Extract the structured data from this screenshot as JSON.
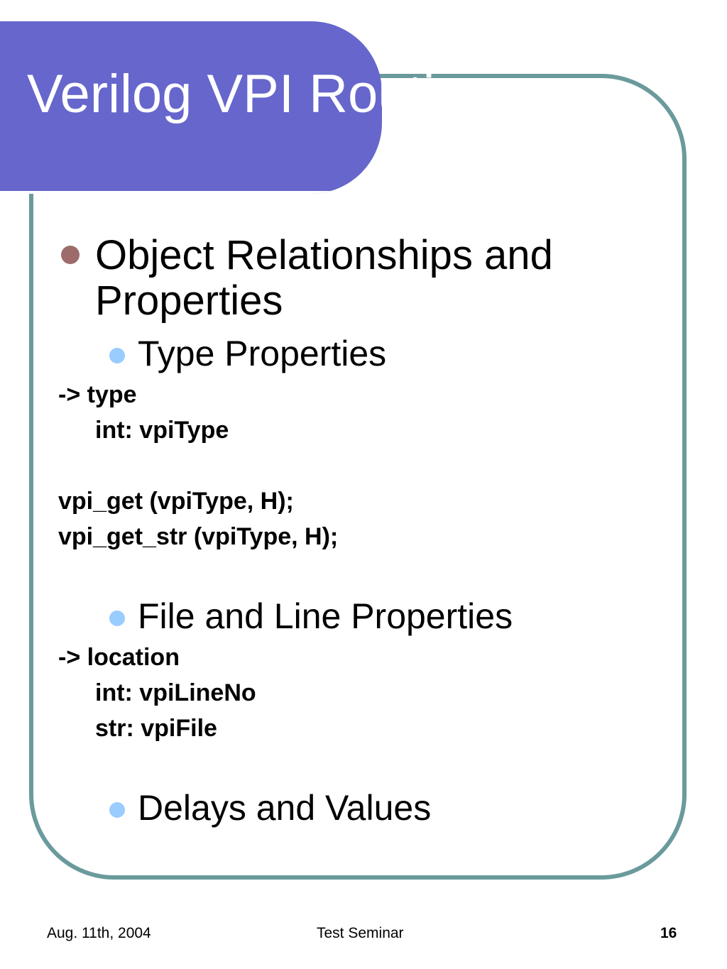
{
  "slide": {
    "title": "Verilog VPI Routines",
    "bullet_main": "Object Relationships and Properties",
    "sub_bullets": [
      "Type Properties",
      "File and Line Properties",
      "Delays and Values"
    ],
    "code_type": {
      "arrow_line": "-> type",
      "int_line": "int: vpiType",
      "get_line": "vpi_get (vpiType, H);",
      "get_str_line": "vpi_get_str (vpiType, H);"
    },
    "code_location": {
      "arrow_line": "-> location",
      "int_line": "int: vpiLineNo",
      "str_line": "str: vpiFile"
    }
  },
  "footer": {
    "date": "Aug. 11th, 2004",
    "center": "Test Seminar",
    "page_number": "16"
  },
  "colors": {
    "title_banner": "#6666cc",
    "frame_border": "#6a9a9c",
    "main_bullet": "#9e6b6b",
    "sub_bullet": "#99ccff"
  }
}
